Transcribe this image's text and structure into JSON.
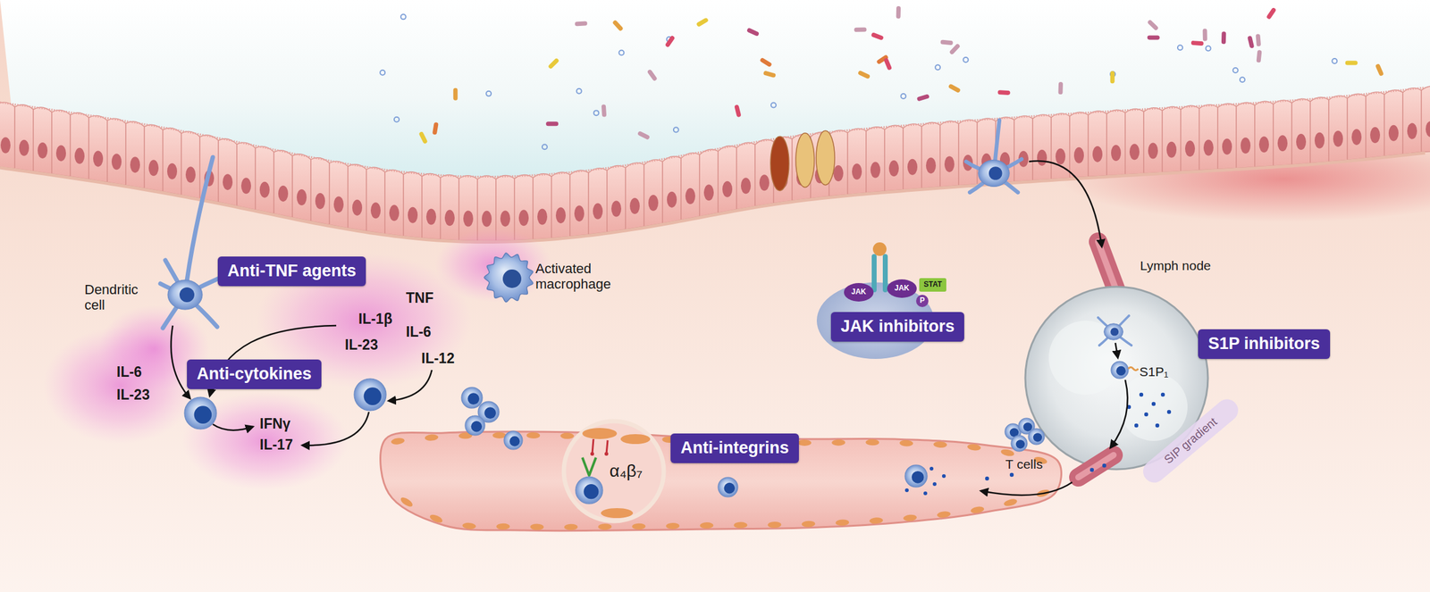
{
  "diagram": {
    "nodes": [
      {
        "text": [
          "Anti-TNF agents"
        ]
      },
      {
        "text": [
          "Anti-cytokines"
        ]
      },
      {
        "text": [
          "JAK inhibitors"
        ]
      },
      {
        "text": [
          "S1P inhibitors"
        ]
      },
      {
        "text": [
          "Anti-integrins"
        ]
      }
    ],
    "labels": [
      "Dendritic cell",
      "Activated macrophage",
      "TNF",
      "IL-1β",
      "IL-6",
      "IL-23",
      "IL-12",
      "IL-6",
      "IL-23",
      "IFNγ",
      "IL-17",
      "JAK",
      "JAK",
      "STAT",
      "P",
      "Lymph node",
      "S1P₁",
      "SIP gradient",
      "T cells",
      "α₄β₇"
    ]
  }
}
